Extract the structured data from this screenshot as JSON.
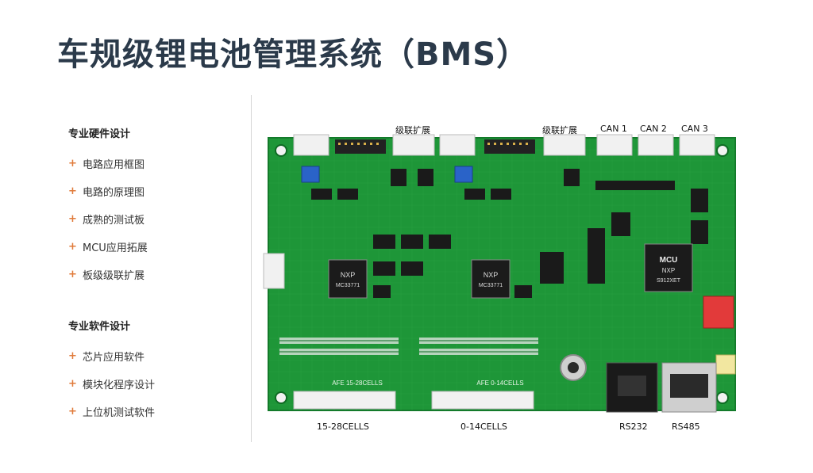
{
  "title": "车规级锂电池管理系统（BMS）",
  "hardware": {
    "heading": "专业硬件设计",
    "items": [
      "电路应用框图",
      "电路的原理图",
      "成熟的测试板",
      "MCU应用拓展",
      "板级级联扩展"
    ]
  },
  "software": {
    "heading": "专业软件设计",
    "items": [
      "芯片应用软件",
      "模块化程序设计",
      "上位机测试软件"
    ]
  },
  "board": {
    "top_labels": [
      "级联扩展",
      "级联扩展",
      "CAN 1",
      "CAN 2",
      "CAN 3"
    ],
    "bottom_labels": [
      "15-28CELLS",
      "0-14CELLS",
      "RS232",
      "RS485"
    ],
    "chip1": {
      "brand": "NXP",
      "model": "MC33771"
    },
    "chip2": {
      "brand": "NXP",
      "model": "MC33771"
    },
    "mcu": {
      "label": "MCU",
      "brand": "NXP",
      "model": "S912XET"
    },
    "pcb_silk_left": "AFE 15-28CELLS",
    "pcb_silk_right": "AFE 0-14CELLS"
  },
  "colors": {
    "board": "#1f9a3a",
    "accent": "#e07a3a",
    "title": "#2b3a4a"
  }
}
